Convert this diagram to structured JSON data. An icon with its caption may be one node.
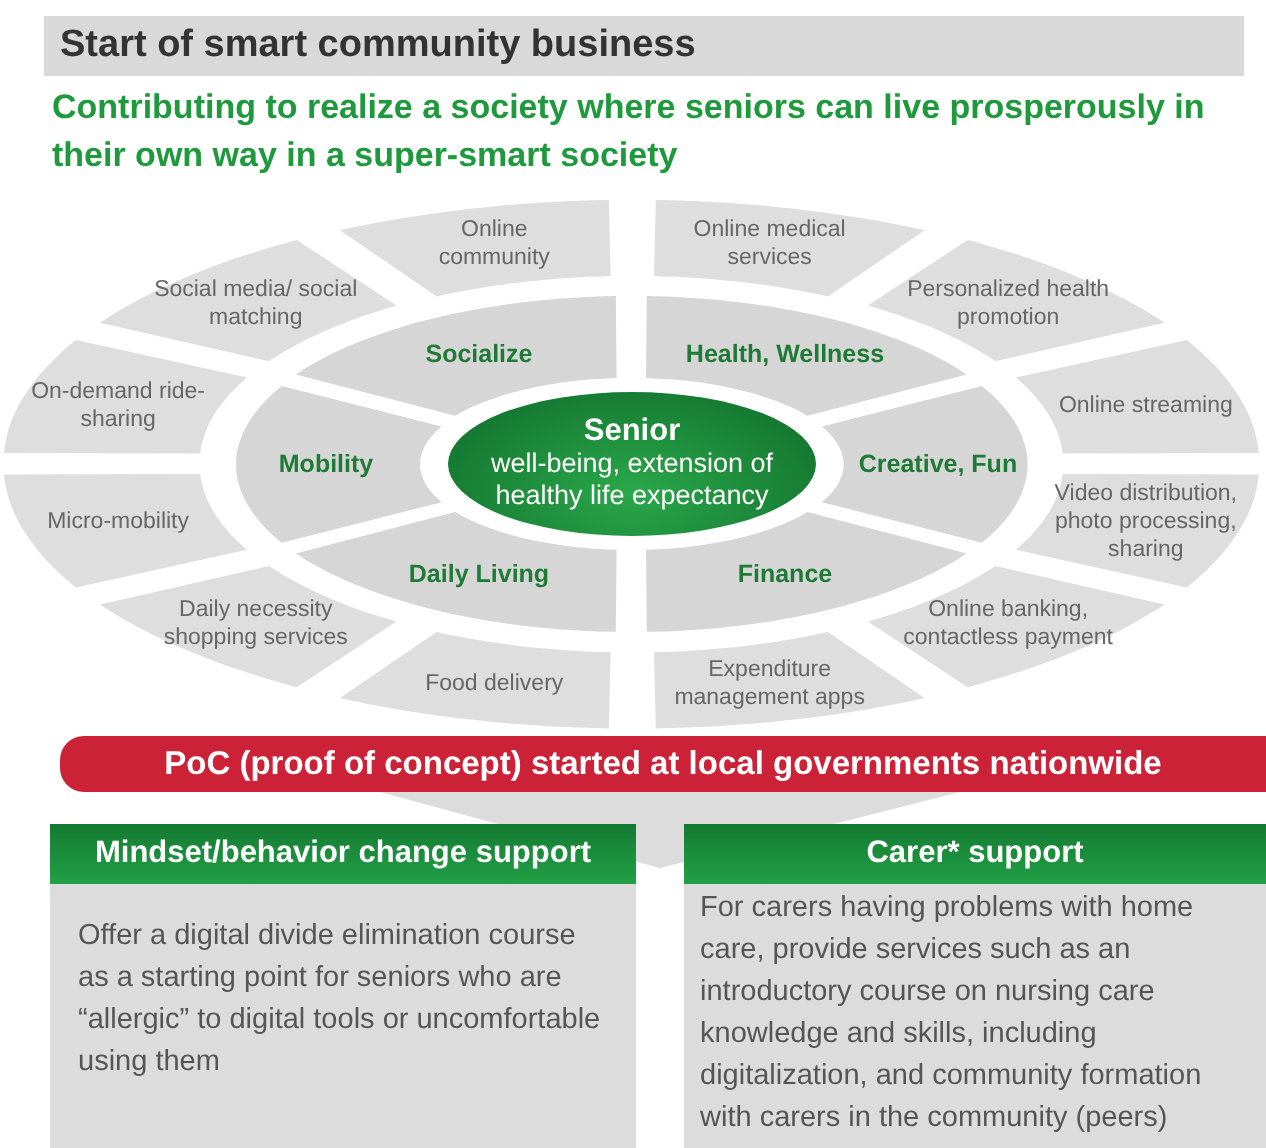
{
  "diagram": {
    "title": "Start of smart community business",
    "nodes": [
      {
        "text": [
          "Senior",
          "well-being, extension of healthy life expectancy"
        ]
      },
      {
        "text": [
          "Socialize"
        ]
      },
      {
        "text": [
          "Health, Wellness"
        ]
      },
      {
        "text": [
          "Mobility"
        ]
      },
      {
        "text": [
          "Creative, Fun"
        ]
      },
      {
        "text": [
          "Daily Living"
        ]
      },
      {
        "text": [
          "Finance"
        ]
      },
      {
        "text": [
          "Online community"
        ]
      },
      {
        "text": [
          "Online medical services"
        ]
      },
      {
        "text": [
          "Social media/ social matching"
        ]
      },
      {
        "text": [
          "Personalized health promotion"
        ]
      },
      {
        "text": [
          "On-demand ride-sharing"
        ]
      },
      {
        "text": [
          "Online streaming"
        ]
      },
      {
        "text": [
          "Micro-mobility"
        ]
      },
      {
        "text": [
          "Video distribution, photo processing, sharing"
        ]
      },
      {
        "text": [
          "Daily necessity shopping services"
        ]
      },
      {
        "text": [
          "Online banking, contactless payment"
        ]
      },
      {
        "text": [
          "Food delivery"
        ]
      },
      {
        "text": [
          "Expenditure management apps"
        ]
      },
      {
        "text": [
          "PoC (proof of concept) started at local governments nationwide"
        ]
      },
      {
        "text": [],
        "shape": "triangle"
      },
      {
        "text": [
          "Mindset/behavior change support",
          "Offer a digital divide elimination course as a starting point for seniors who are “allergic” to digital tools or uncomfortable using them"
        ]
      },
      {
        "text": [
          "Carer* support",
          "For carers having problems with home care, provide services such as an introductory course on nursing care knowledge and skills, including digitalization, and community formation with carers in the community (peers)"
        ]
      }
    ],
    "labels": [
      "Contributing to realize a society where seniors can live prosperously in their own way in a super-smart society"
    ]
  }
}
